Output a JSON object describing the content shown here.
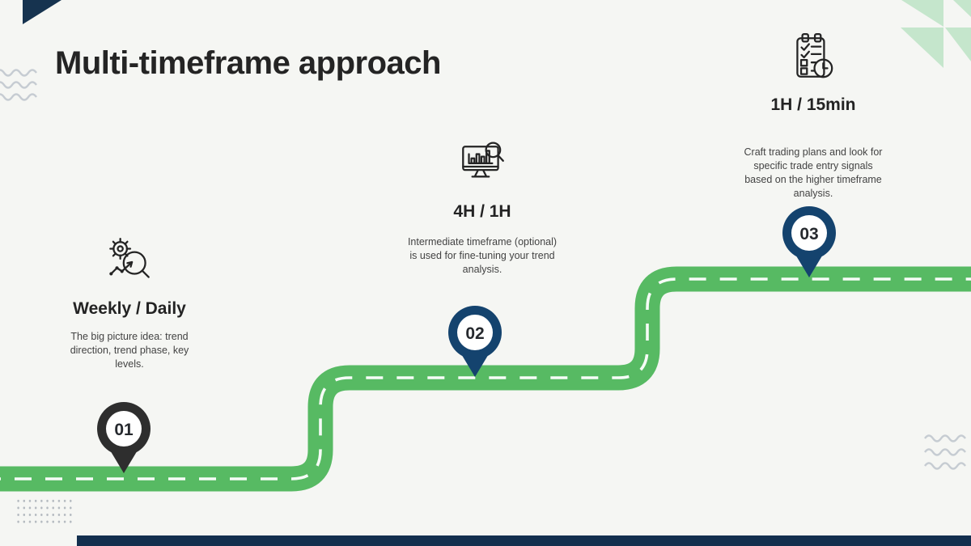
{
  "slide": {
    "title": "Multi-timeframe approach"
  },
  "steps": [
    {
      "id": "01",
      "icon": "gear-magnifier-trend-icon",
      "title": "Weekly / Daily",
      "description": "The big picture idea: trend direction, trend phase, key levels.",
      "pin_color": "#2e2e2e"
    },
    {
      "id": "02",
      "icon": "monitor-chart-magnifier-icon",
      "title": "4H / 1H",
      "description": "Intermediate timeframe (optional) is used for fine-tuning your trend analysis.",
      "pin_color": "#14436e"
    },
    {
      "id": "03",
      "icon": "clipboard-checklist-clock-icon",
      "title": "1H / 15min",
      "description": "Craft trading plans and look for specific trade entry signals based on the higher timeframe analysis.",
      "pin_color": "#14436e"
    }
  ],
  "colors": {
    "background": "#f5f6f3",
    "road_green": "#57ba63",
    "road_dash_white": "#ffffff",
    "accent_light_green": "#c5e6cc",
    "accent_navy": "#14436e",
    "corner_navy": "#16334f",
    "bottom_bar_navy": "#132f4e",
    "pin_dark": "#2e2e2e",
    "wave_gray": "#c6ccd2",
    "dot_gray": "#b4bac0",
    "title_color": "#242424"
  }
}
